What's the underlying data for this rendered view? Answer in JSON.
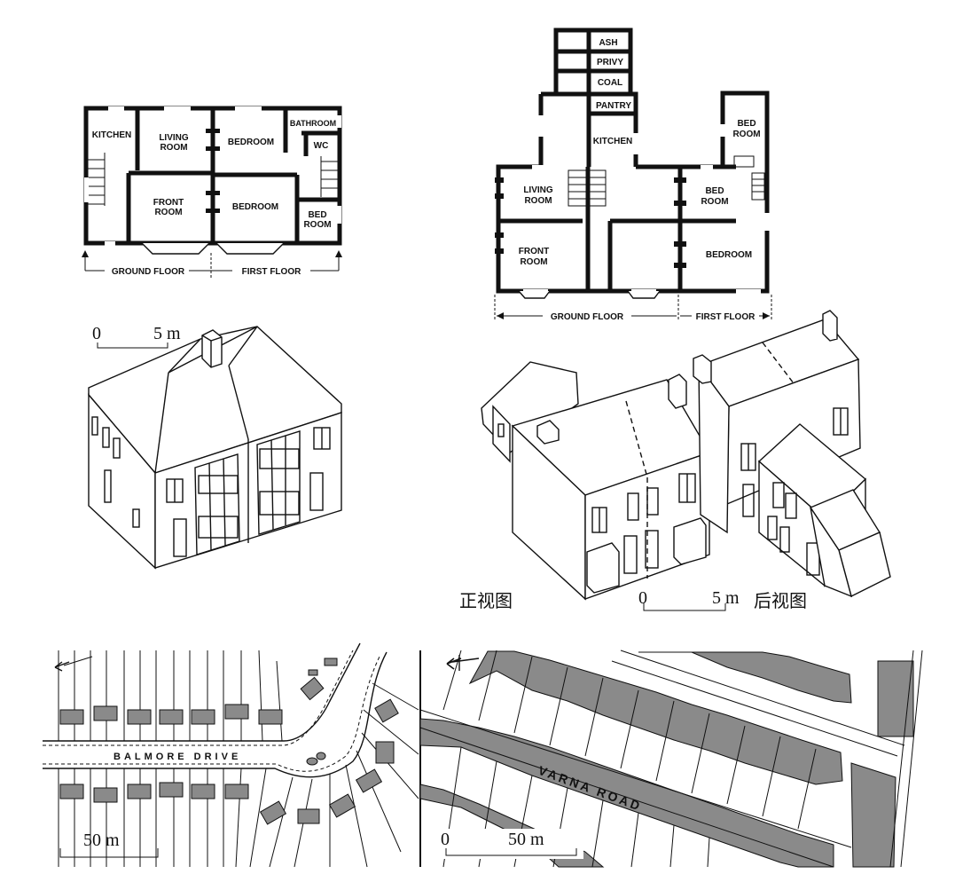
{
  "plan_left": {
    "rooms": [
      "KITCHEN",
      "LIVING",
      "ROOM",
      "BEDROOM",
      "BATHROOM",
      "WC",
      "FRONT",
      "ROOM",
      "BEDROOM",
      "BED",
      "ROOM"
    ],
    "ground_floor": "GROUND FLOOR",
    "first_floor": "FIRST FLOOR"
  },
  "plan_right": {
    "rooms": [
      "ASH",
      "PRIVY",
      "COAL",
      "PANTRY",
      "KITCHEN",
      "BED",
      "ROOM",
      "LIVING",
      "ROOM",
      "BED",
      "ROOM",
      "FRONT",
      "ROOM",
      "BEDROOM"
    ],
    "ground_floor": "GROUND FLOOR",
    "first_floor": "FIRST FLOOR"
  },
  "scale_left": {
    "zero": "0",
    "five": "5 m"
  },
  "scale_right": {
    "zero": "0",
    "five": "5 m"
  },
  "labels": {
    "front_view": "正视图",
    "back_view": "后视图"
  },
  "map_left": {
    "road": "BALMORE DRIVE",
    "scale": "50 m"
  },
  "map_right": {
    "road": "VARNA ROAD",
    "zero": "0",
    "scale": "50 m"
  }
}
